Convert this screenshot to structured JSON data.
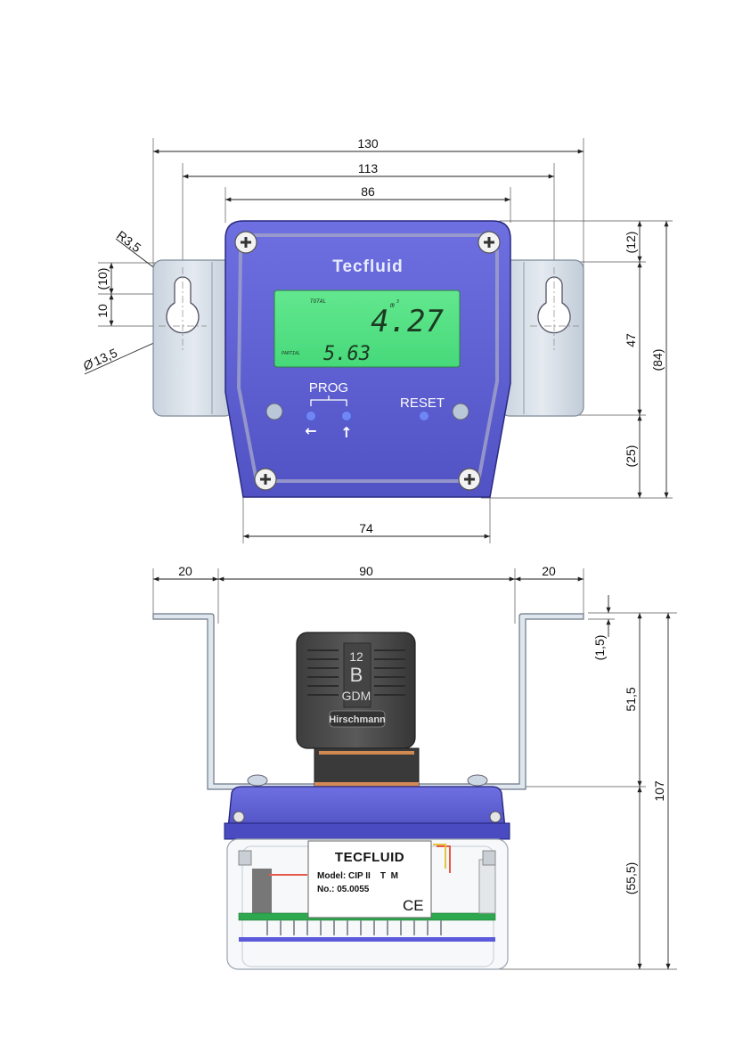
{
  "top_view": {
    "dimensions": {
      "width_total": "130",
      "hole_spacing": "113",
      "body_width": "86",
      "bottom_width": "74",
      "top_offset": "(12)",
      "mid_height": "47",
      "bottom_offset": "(25)",
      "total_height": "(84)",
      "slot_upper": "(10)",
      "slot_lower": "10",
      "radius": "R3,5",
      "diameter": "13,5",
      "diameter_symbol": "Ø"
    },
    "brand": "Tecfluid",
    "display": {
      "total_label": "TOTAL",
      "unit": "m",
      "unit_exponent": "3",
      "total_value": "4.27",
      "partial_label": "PARTIAL",
      "partial_value": "5.63"
    },
    "buttons": {
      "prog_label": "PROG",
      "reset_label": "RESET",
      "left_arrow": "←",
      "up_arrow": "↑"
    }
  },
  "side_view": {
    "dimensions": {
      "left_flange": "20",
      "center_span": "90",
      "right_flange": "20",
      "thickness": "(1,5)",
      "bracket_height": "51,5",
      "total_height": "107",
      "body_height": "(55,5)"
    },
    "connector": {
      "line1": "12",
      "line2": "B",
      "line3": "GDM",
      "brand": "Hirschmann"
    },
    "label": {
      "brand": "TECFLUID",
      "model": "Model: CIP II    T  M",
      "number": "No.: 05.0055",
      "ce": "CE"
    }
  }
}
